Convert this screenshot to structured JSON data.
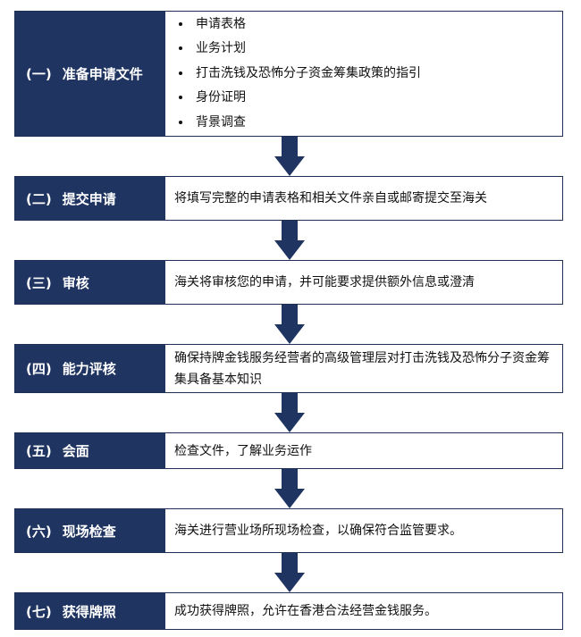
{
  "steps": [
    {
      "num": "(一)",
      "title": "准备申请文件",
      "items": [
        "申请表格",
        "业务计划",
        "打击洗钱及恐怖分子资金筹集政策的指引",
        "身份证明",
        "背景调查"
      ]
    },
    {
      "num": "(二)",
      "title": "提交申请",
      "desc": "将填写完整的申请表格和相关文件亲自或邮寄提交至海关"
    },
    {
      "num": "(三)",
      "title": "审核",
      "desc": "海关将审核您的申请，并可能要求提供额外信息或澄清"
    },
    {
      "num": "(四)",
      "title": "能力评核",
      "desc": "确保持牌金钱服务经营者的高级管理层对打击洗钱及恐怖分子资金筹集具备基本知识"
    },
    {
      "num": "(五)",
      "title": "会面",
      "desc": "检查文件，了解业务运作"
    },
    {
      "num": "(六)",
      "title": "现场检查",
      "desc": "海关进行营业场所现场检查，以确保符合监管要求。"
    },
    {
      "num": "(七)",
      "title": "获得牌照",
      "desc": "成功获得牌照，允许在香港合法经营金钱服务。"
    }
  ],
  "colors": {
    "label_bg": "#1f3461",
    "arrow": "#1f3461",
    "border": "#1f2f55"
  }
}
